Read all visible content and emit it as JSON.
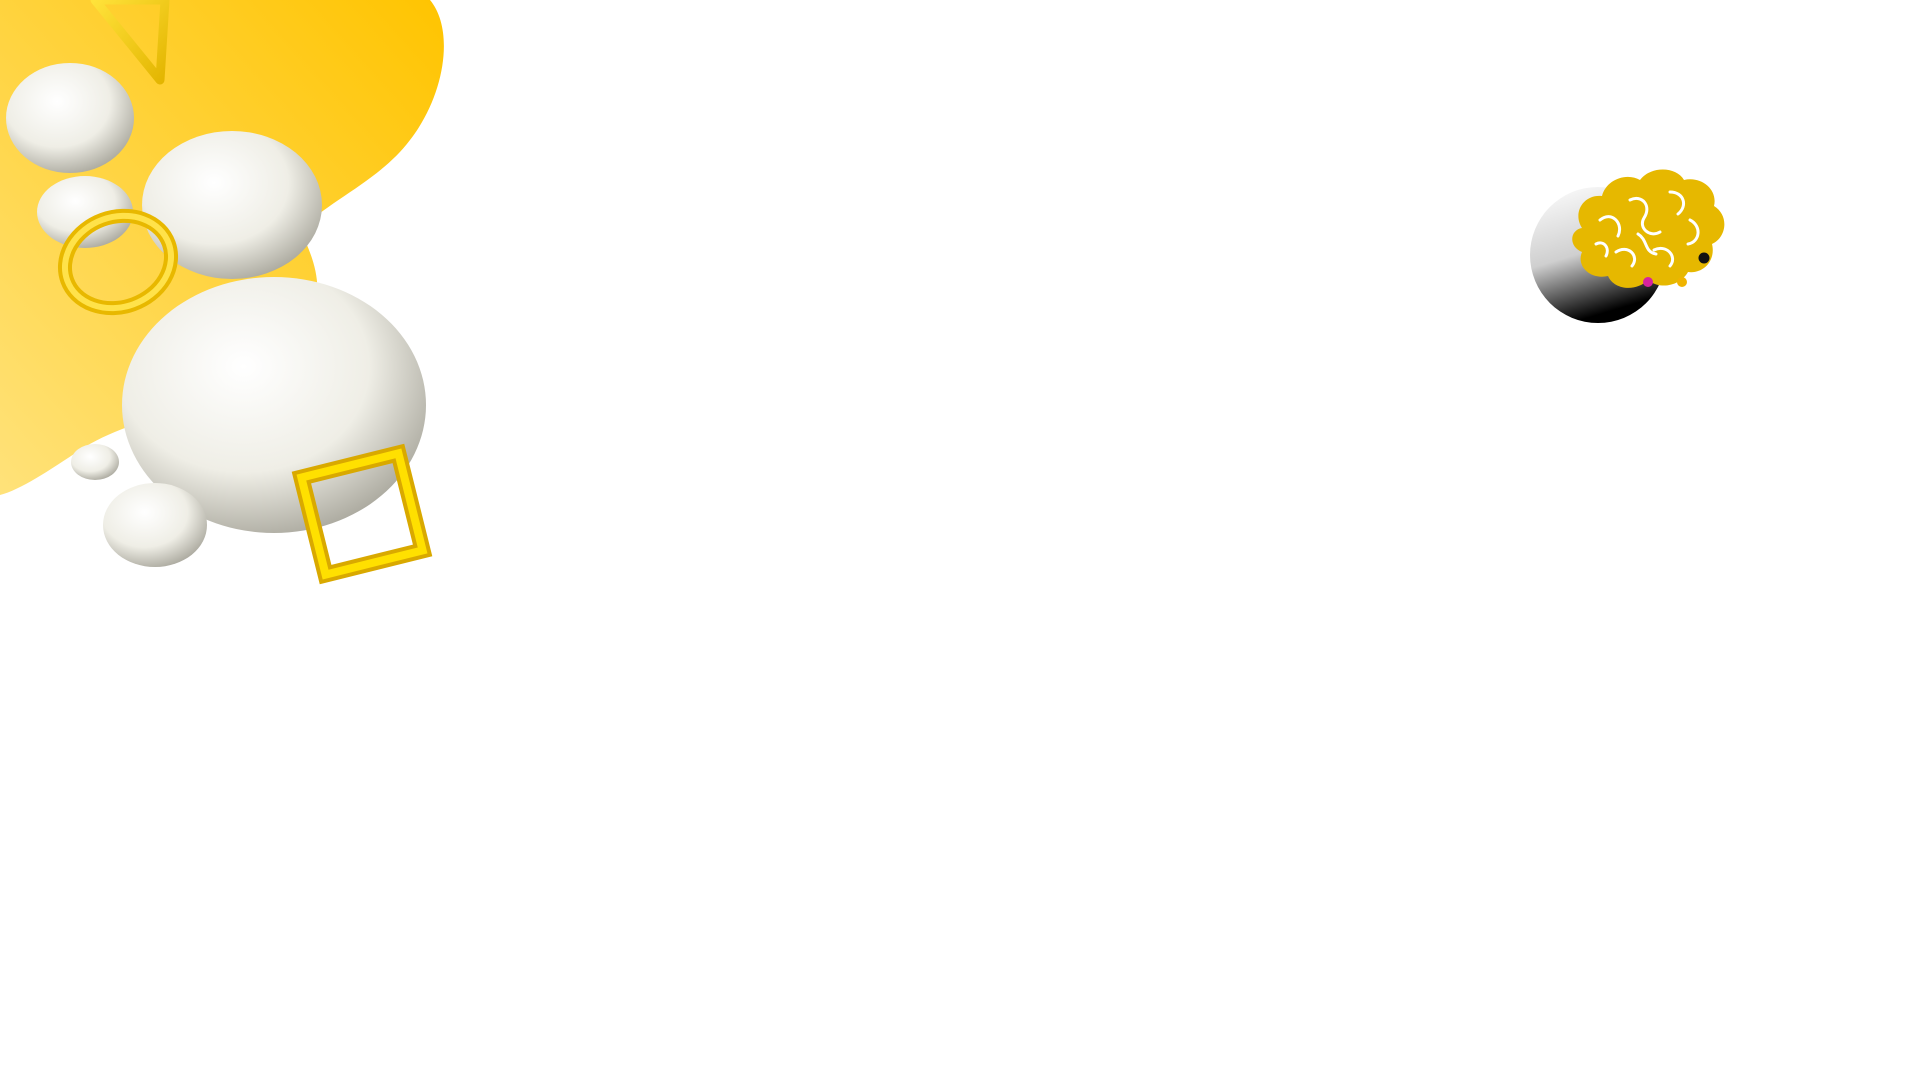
{
  "canvas": {
    "background": "#ffffff"
  },
  "decoration": {
    "blob_color_light": "#ffe06a",
    "blob_color_dark": "#ffc400",
    "sphere_color": "#f2f1ea",
    "ring_color": "#f4c400",
    "frame_color": "#f4c400",
    "icons": [
      "yellow-blob",
      "white-spheres",
      "yellow-ring",
      "yellow-square-frame",
      "yellow-triangle-frame"
    ]
  },
  "logo": {
    "icon": "brain-icon",
    "brain_color": "#e6b800",
    "circle_gradient": [
      "#ffffff",
      "#000000"
    ],
    "dot_colors": [
      "#d6249f",
      "#f0b400",
      "#111111"
    ]
  }
}
